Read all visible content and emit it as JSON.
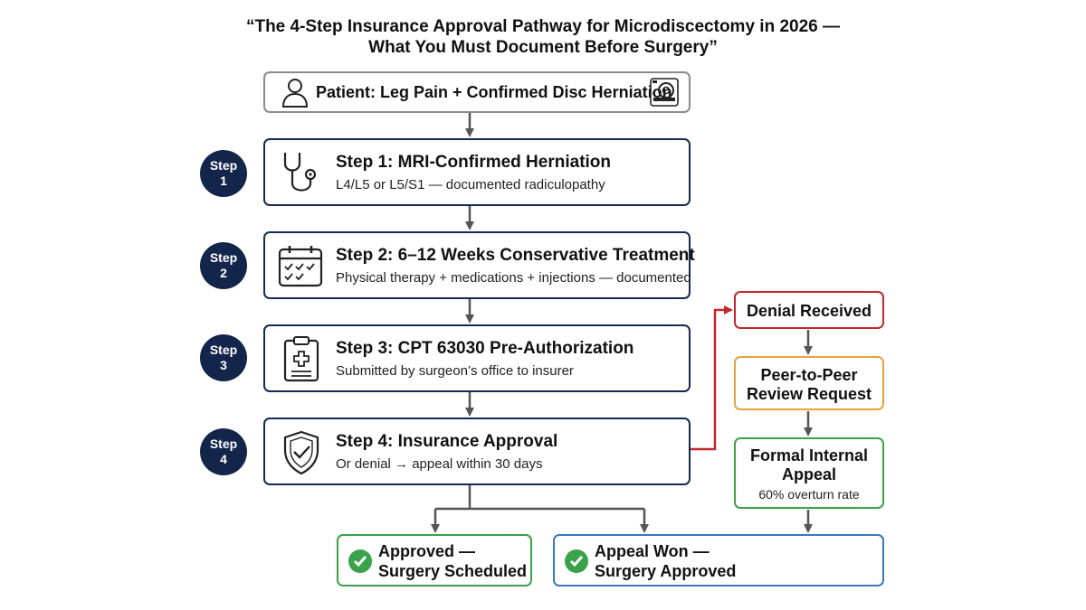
{
  "title": {
    "line1": "“The 4-Step Insurance Approval Pathway for Microdiscectomy in 2026 —",
    "line2": "What You Must Document Before Surgery”"
  },
  "patient": {
    "label": "Patient: Leg Pain + Confirmed Disc Herniation",
    "icon": "person-icon",
    "mri_icon": "mri-scanner-icon"
  },
  "steps": [
    {
      "badge_word": "Step",
      "badge_num": "1",
      "title": "Step 1: MRI-Confirmed Herniation",
      "detail": "L4/L5 or L5/S1 — documented radiculopathy",
      "icon": "stethoscope-icon"
    },
    {
      "badge_word": "Step",
      "badge_num": "2",
      "title": "Step 2: 6–12 Weeks Conservative Treatment",
      "detail": "Physical therapy + medications + injections — documented",
      "icon": "calendar-icon"
    },
    {
      "badge_word": "Step",
      "badge_num": "3",
      "title": "Step 3: CPT 63030 Pre-Authorization",
      "detail": "Submitted by surgeon’s office to insurer",
      "icon": "clipboard-icon"
    },
    {
      "badge_word": "Step",
      "badge_num": "4",
      "title": "Step 4: Insurance Approval",
      "detail": "Or denial → appeal within 30 days",
      "icon": "shield-check-icon"
    }
  ],
  "appeal": {
    "denial": "Denial Received",
    "peer_line1": "Peer-to-Peer",
    "peer_line2": "Review Request",
    "formal_line1": "Formal Internal",
    "formal_line2": "Appeal",
    "formal_sub": "60% overturn rate"
  },
  "outcomes": {
    "approved_line1": "Approved —",
    "approved_line2": "Surgery Scheduled",
    "won_line1": "Appeal Won —",
    "won_line2": "Surgery Approved",
    "icon": "checkmark-icon"
  },
  "colors": {
    "navy": "#142a4f",
    "badge": "#13254a",
    "denial_red": "#c1272d",
    "peer_orange": "#e6a23c",
    "success_green": "#3aa24a",
    "appeal_blue": "#3a78c0",
    "arrow_grey": "#555555"
  }
}
